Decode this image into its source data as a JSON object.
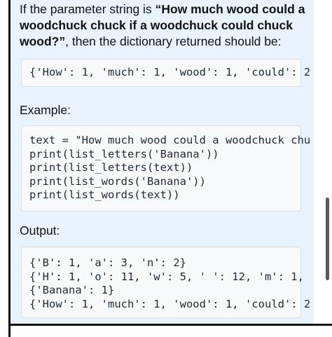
{
  "intro": {
    "line1_prefix": "If the parameter string is ",
    "line1_bold": "“How much wood could a",
    "line2_bold": "woodchuck chuck if a woodchuck could chuck",
    "line3_bold": "wood?”",
    "line3_rest": ", then the dictionary returned should be:"
  },
  "result_code": "{'How': 1, 'much': 1, 'wood': 1, 'could': 2",
  "example_heading": "Example:",
  "example_code": [
    "text = \"How much wood could a woodchuck chu",
    "print(list_letters('Banana'))",
    "print(list_letters(text))",
    "print(list_words('Banana'))",
    "print(list_words(text))"
  ],
  "output_heading": "Output:",
  "output_code": [
    "{'B': 1, 'a': 3, 'n': 2}",
    "{'H': 1, 'o': 11, 'w': 5, ' ': 12, 'm': 1,",
    "{'Banana': 1}",
    "{'How': 1, 'much': 1, 'wood': 1, 'could': 2"
  ]
}
